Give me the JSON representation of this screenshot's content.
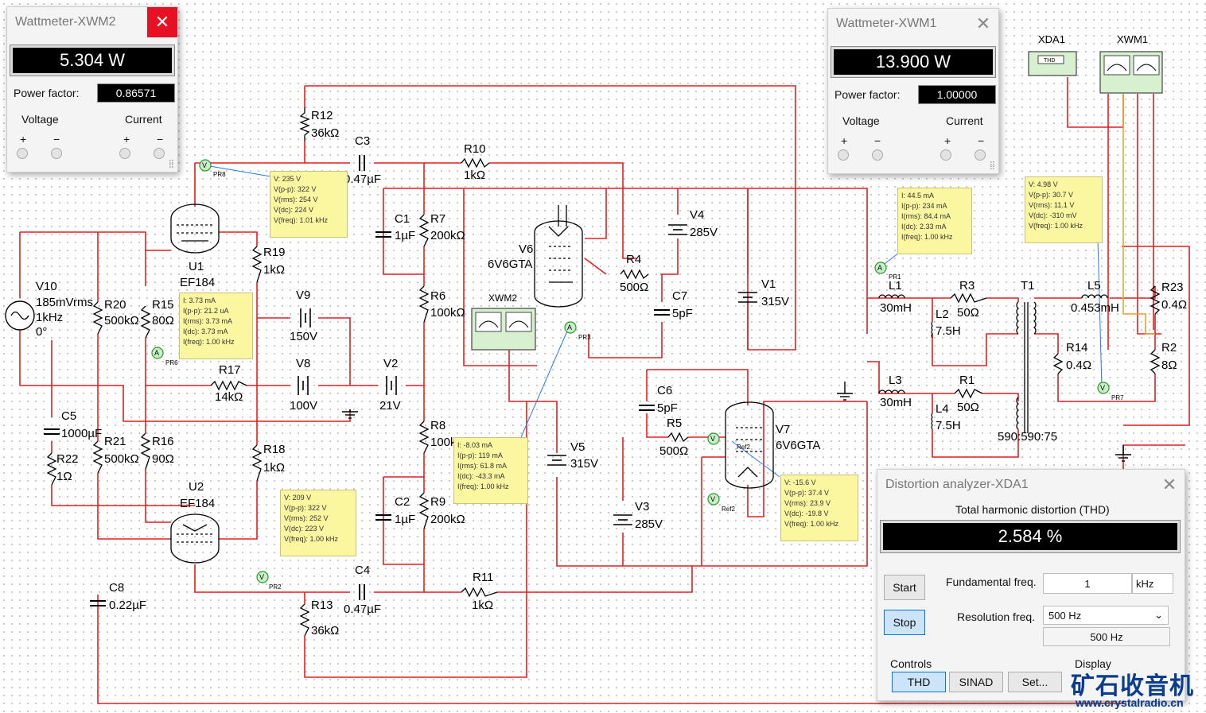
{
  "wattmeter_xwm2": {
    "title": "Wattmeter-XWM2",
    "power": "5.304 W",
    "power_factor_label": "Power factor:",
    "power_factor": "0.86571",
    "voltage_label": "Voltage",
    "current_label": "Current",
    "plus": "+",
    "minus": "−"
  },
  "wattmeter_xwm1": {
    "title": "Wattmeter-XWM1",
    "power": "13.900 W",
    "power_factor_label": "Power factor:",
    "power_factor": "1.00000",
    "voltage_label": "Voltage",
    "current_label": "Current",
    "plus": "+",
    "minus": "−"
  },
  "distortion_analyzer": {
    "title": "Distortion analyzer-XDA1",
    "thd_label": "Total harmonic distortion (THD)",
    "thd_value": "2.584 %",
    "start_label": "Start",
    "stop_label": "Stop",
    "fundamental_label": "Fundamental freq.",
    "fundamental_value": "1",
    "fundamental_unit": "kHz",
    "resolution_label": "Resolution freq.",
    "resolution_select": "500 Hz",
    "resolution_value": "500 Hz",
    "controls_label": "Controls",
    "display_label": "Display",
    "thd_button": "THD",
    "sinad_button": "SINAD",
    "set_button": "Set..."
  },
  "components": {
    "V10": [
      "V10",
      "185mVrms",
      "1kHz",
      "0°"
    ],
    "R20": [
      "R20",
      "500kΩ"
    ],
    "R15": [
      "R15",
      "80Ω"
    ],
    "U1": [
      "U1",
      "EF184"
    ],
    "R19": [
      "R19",
      "1kΩ"
    ],
    "R12": [
      "R12",
      "36kΩ"
    ],
    "C3": [
      "C3",
      "0.47µF"
    ],
    "R10": [
      "R10",
      "1kΩ"
    ],
    "C1": [
      "C1",
      "1µF"
    ],
    "R7": [
      "R7",
      "200kΩ"
    ],
    "R6": [
      "R6",
      "100kΩ"
    ],
    "V6": [
      "V6",
      "6V6GTA"
    ],
    "XWM2": [
      "XWM2"
    ],
    "R4": [
      "R4",
      "500Ω"
    ],
    "V4": [
      "V4",
      "285V"
    ],
    "C7": [
      "C7",
      "5pF"
    ],
    "V1": [
      "V1",
      "315V"
    ],
    "V9": [
      "V9",
      "150V"
    ],
    "R17": [
      "R17",
      "14kΩ"
    ],
    "V8": [
      "V8",
      "100V"
    ],
    "V2": [
      "V2",
      "21V"
    ],
    "C5": [
      "C5",
      "1000µF"
    ],
    "R22": [
      "R22",
      "1Ω"
    ],
    "R21": [
      "R21",
      "500kΩ"
    ],
    "R16": [
      "R16",
      "90Ω"
    ],
    "R18": [
      "R18",
      "1kΩ"
    ],
    "U2": [
      "U2",
      "EF184"
    ],
    "R8": [
      "R8",
      "100k"
    ],
    "C2": [
      "C2",
      "1µF"
    ],
    "R9": [
      "R9",
      "200kΩ"
    ],
    "V5": [
      "V5",
      "315V"
    ],
    "C6": [
      "C6",
      "5pF"
    ],
    "R5": [
      "R5",
      "500Ω"
    ],
    "V7": [
      "V7",
      "6V6GTA"
    ],
    "V3": [
      "V3",
      "285V"
    ],
    "C8": [
      "C8",
      "0.22µF"
    ],
    "C4": [
      "C4",
      "0.47µF"
    ],
    "R11": [
      "R11",
      "1kΩ"
    ],
    "R13": [
      "R13",
      "36kΩ"
    ],
    "L1": [
      "L1",
      "30mH"
    ],
    "L2": [
      "L2",
      "7.5H"
    ],
    "R3": [
      "R3",
      "50Ω"
    ],
    "T1": [
      "T1",
      "590:590:75"
    ],
    "L5": [
      "L5",
      "0.453mH"
    ],
    "R23": [
      "R23",
      "0.4Ω"
    ],
    "R2": [
      "R2",
      "8Ω"
    ],
    "R14": [
      "R14",
      "0.4Ω"
    ],
    "L3": [
      "L3",
      "30mH"
    ],
    "L4": [
      "L4",
      "7.5H"
    ],
    "R1": [
      "R1",
      "50Ω"
    ],
    "XDA1": [
      "XDA1",
      "THD"
    ],
    "XWM1": [
      "XWM1"
    ]
  },
  "probe_tags": {
    "PR8": "PR8",
    "PR6": "PR6",
    "PR3": "PR3",
    "PR2": "PR2",
    "PR1": "PR1",
    "PR7": "PR7",
    "Ref2": "Ref2",
    "Ref2b": "Ref2"
  },
  "probes": {
    "pr8": [
      "V: 235 V",
      "V(p-p): 322 V",
      "V(rms): 254 V",
      "V(dc): 224 V",
      "V(freq): 1.01 kHz"
    ],
    "pr6": [
      "I: 3.73 mA",
      "I(p-p): 21.2 uA",
      "I(rms): 3.73 mA",
      "I(dc): 3.73 mA",
      "I(freq): 1.00 kHz"
    ],
    "pr3": [
      "I: -8.03 mA",
      "I(p-p): 119 mA",
      "I(rms): 61.8 mA",
      "I(dc): -43.3 mA",
      "I(freq): 1.00 kHz"
    ],
    "pr2": [
      "V: 209 V",
      "V(p-p): 322 V",
      "V(rms): 252 V",
      "V(dc): 223 V",
      "V(freq): 1.00 kHz"
    ],
    "pr1": [
      "I: 44.5 mA",
      "I(p-p): 234 mA",
      "I(rms): 84.4 mA",
      "I(dc): 2.33 mA",
      "I(freq): 1.00 kHz"
    ],
    "pr7": [
      "V: 4.98 V",
      "V(p-p): 30.7 V",
      "V(rms): 11.1 V",
      "V(dc): -310 mV",
      "V(freq): 1.00 kHz"
    ],
    "ref2": [
      "V: -15.6 V",
      "V(p-p): 37.4 V",
      "V(rms): 23.9 V",
      "V(dc): -19.8 V",
      "V(freq): 1.00 kHz"
    ]
  },
  "watermark": {
    "cn": "矿石收音机",
    "url": "www.crystalradio.cn"
  }
}
